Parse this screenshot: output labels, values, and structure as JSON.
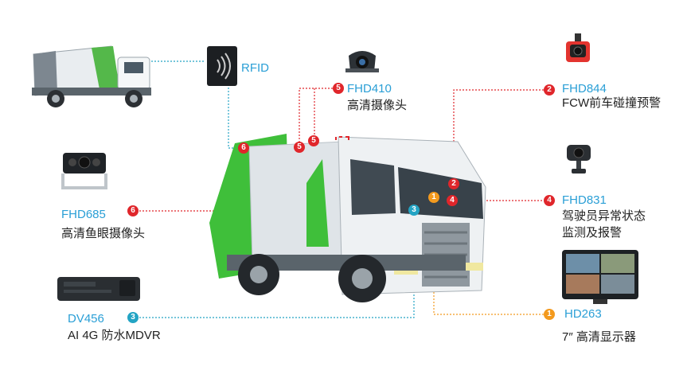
{
  "colors": {
    "red": "#e0262b",
    "orange": "#f39a1e",
    "teal": "#23a4c4",
    "model_text": "#2a9fd6",
    "truck_green": "#3fbf3a"
  },
  "rfid": {
    "label": "RFID"
  },
  "devices": {
    "fhd410": {
      "num": "5",
      "model": "FHD410",
      "desc": "高清摄像头"
    },
    "fhd844": {
      "num": "2",
      "model": "FHD844",
      "desc": "FCW前车碰撞预警"
    },
    "fhd831": {
      "num": "4",
      "model": "FHD831",
      "desc_line1": "驾驶员异常状态",
      "desc_line2": "监测及报警"
    },
    "fhd685": {
      "num": "6",
      "model": "FHD685",
      "desc": "高清鱼眼摄像头"
    },
    "dv456": {
      "num": "3",
      "model": "DV456",
      "desc": "AI 4G 防水MDVR"
    },
    "hd263": {
      "num": "1",
      "model": "HD263",
      "desc": "7″ 高清显示器"
    }
  },
  "truck_markers": [
    {
      "num": "6",
      "color": "red"
    },
    {
      "num": "5",
      "color": "red"
    },
    {
      "num": "5",
      "color": "red"
    },
    {
      "num": "2",
      "color": "red"
    },
    {
      "num": "4",
      "color": "red"
    },
    {
      "num": "1",
      "color": "orange"
    },
    {
      "num": "3",
      "color": "teal"
    }
  ]
}
